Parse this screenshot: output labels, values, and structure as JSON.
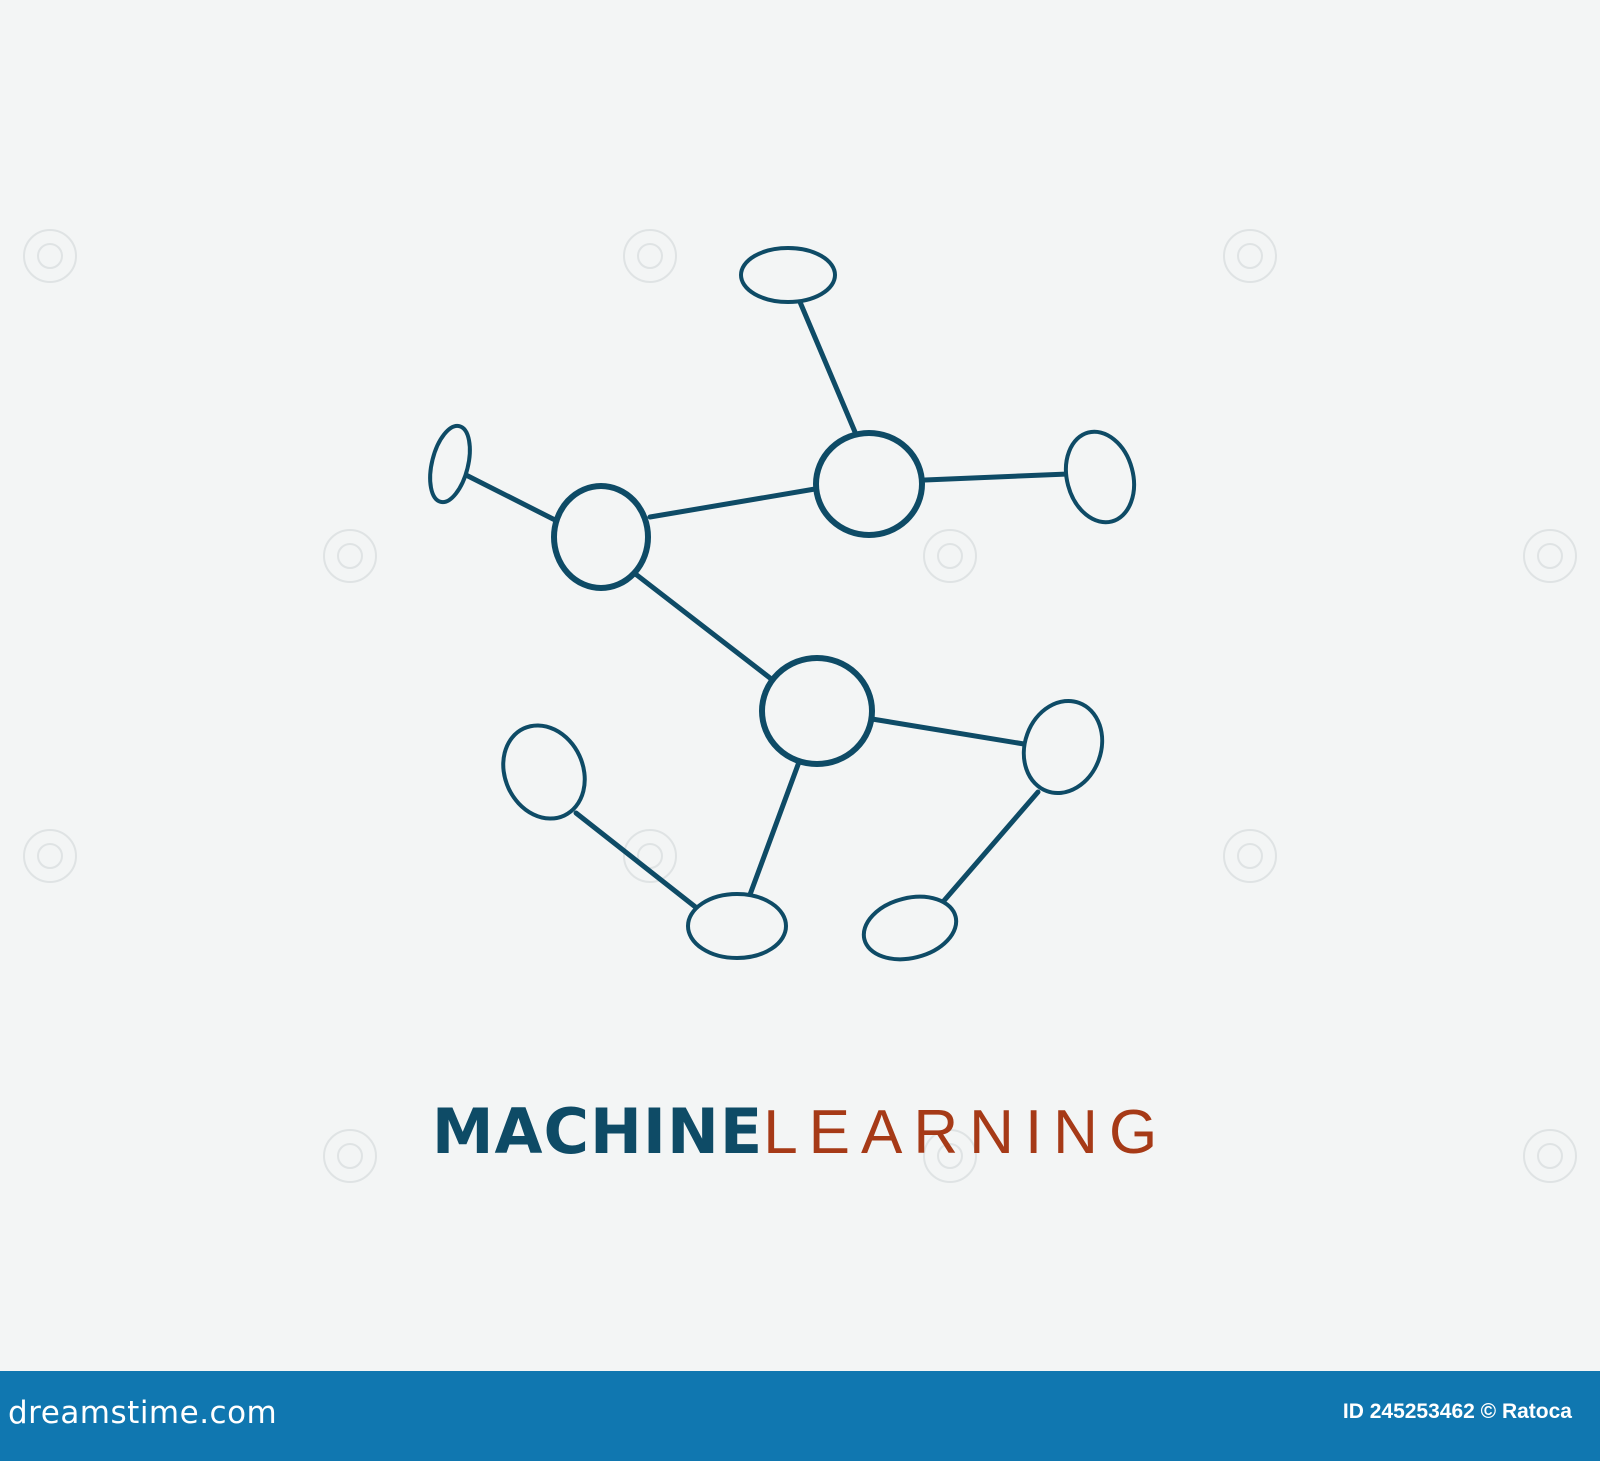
{
  "title": {
    "primary": "MACHINE",
    "secondary": "LEARNING"
  },
  "colors": {
    "background": "#f3f5f5",
    "primary": "#0e4b66",
    "accent": "#a63a17",
    "footer": "#1077b0"
  },
  "footer": {
    "logo": "dreamstime.com",
    "credit": "ID 245253462 © Ratoca"
  }
}
